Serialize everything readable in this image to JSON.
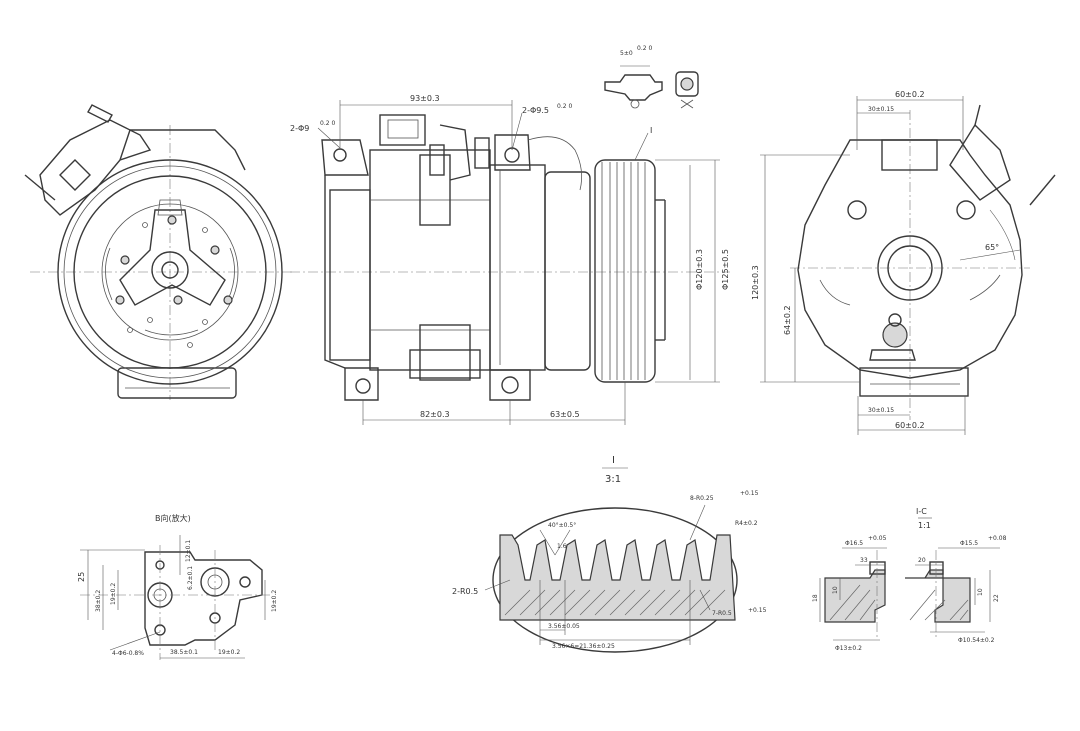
{
  "colors": {
    "line": "#3a3a3a",
    "dim": "#555555",
    "background": "#ffffff"
  },
  "dims": {
    "side_top": "93±0.3",
    "side_left_bore": "2-Φ9",
    "side_left_bore_tol": "0.2 0",
    "side_right_bore": "2-Φ9.5",
    "side_right_bore_tol": "0.2 0",
    "side_bottom_left": "82±0.3",
    "side_bottom_right": "63±0.5",
    "pulley_dia_inner": "Φ120±0.3",
    "pulley_dia_outer": "Φ125±0.5",
    "pulley_mark": "I",
    "top_small": "5±0",
    "top_small_tol": "0.2 0",
    "rear_top": "60±0.2",
    "rear_top_half": "30±0.15",
    "rear_height": "120±0.3",
    "rear_mid": "64±0.2",
    "rear_angle": "65°",
    "rear_bottom_half": "30±0.15",
    "rear_bottom": "60±0.2",
    "bview_title": "B向(放大)",
    "b_height": "25",
    "b_left1": "38±0.2",
    "b_left2": "19±0.2",
    "b_right": "19±0.2",
    "b_top": "12±0.1",
    "b_mid": "6.2±0.1",
    "b_bottom1": "38.5±0.1",
    "b_bottom2": "19±0.2",
    "b_holes": "4-Φ6-0.8%",
    "detail_title": "I",
    "detail_scale": "3:1",
    "groove_angle": "40°±0.5°",
    "groove_top_r": "8-R0.25",
    "groove_top_r_tol": "+0.15",
    "groove_r2": "R4±0.2",
    "groove_left_r": "2-R0.5",
    "groove_bot_r": "7-R0.5",
    "groove_bot_r_tol": "+0.15",
    "groove_depth": "1.6",
    "groove_pitch": "3.56±0.05",
    "groove_total": "3.56×6=21.36±0.25",
    "section_title": "I-C",
    "section_scale": "1:1",
    "sec_dia1": "Φ16.5",
    "sec_dia1_tol": "+0.05",
    "sec_dia2": "Φ15.5",
    "sec_dia2_tol": "+0.08",
    "sec_w1": "33",
    "sec_w2": "20",
    "sec_h1": "10",
    "sec_h2": "18",
    "sec_h3": "10",
    "sec_h4": "22",
    "sec_bot1": "Φ13±0.2",
    "sec_bot2": "Φ10.54±0.2"
  }
}
